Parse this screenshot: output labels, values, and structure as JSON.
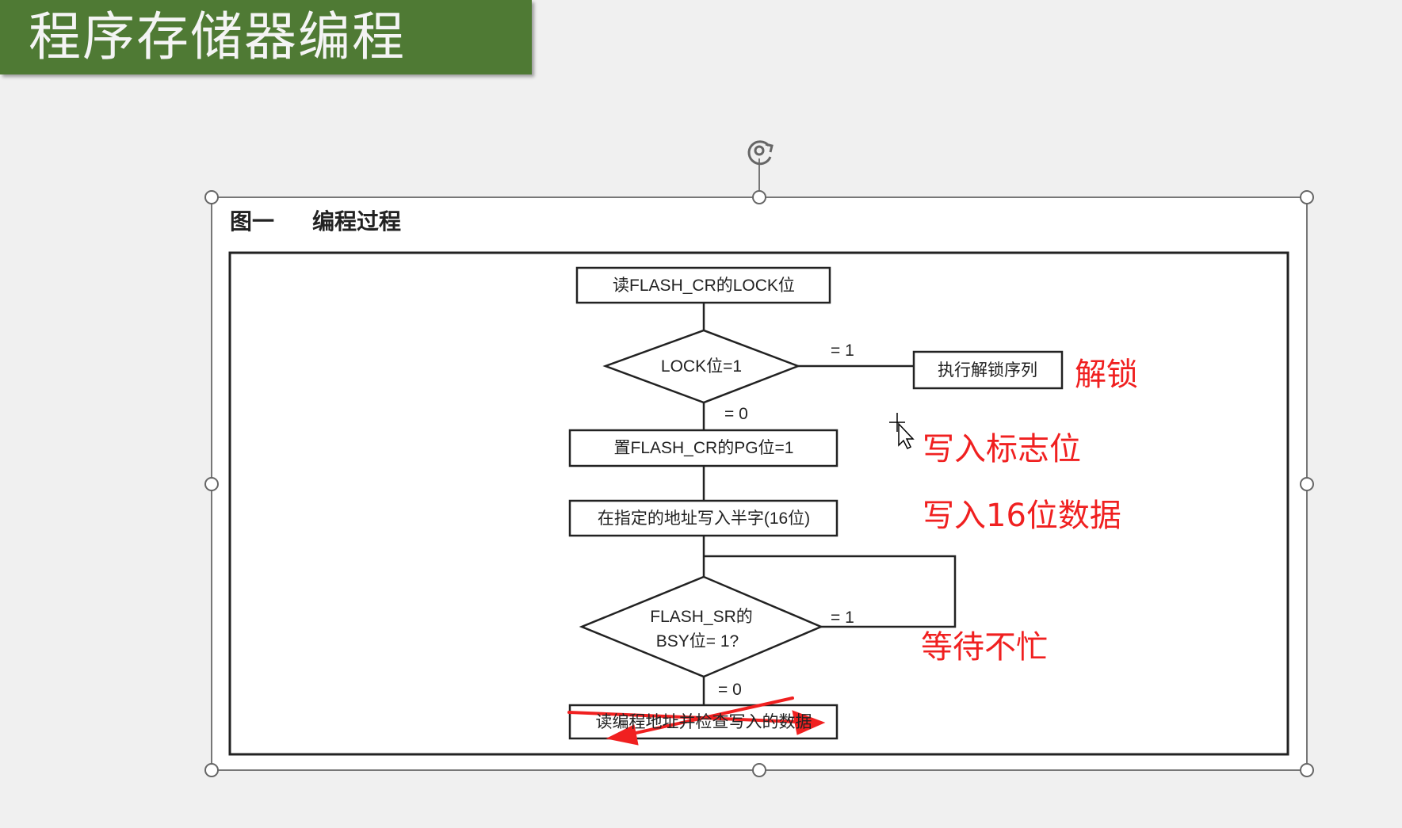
{
  "slide_title": "程序存储器编程",
  "figure": {
    "caption_number": "图一",
    "caption_title": "编程过程",
    "steps": {
      "read_lock": "读FLASH_CR的LOCK位",
      "lock_check": "LOCK位=1",
      "lock_yes": "= 1",
      "unlock": "执行解锁序列",
      "lock_no": "= 0",
      "set_pg": "置FLASH_CR的PG位=1",
      "write_halfword": "在指定的地址写入半字(16位)",
      "bsy_check_line1": "FLASH_SR的",
      "bsy_check_line2": "BSY位= 1?",
      "bsy_yes": "= 1",
      "bsy_no": "= 0",
      "verify": "读编程地址并检查写入的数据"
    }
  },
  "annotations": {
    "unlock": "解锁",
    "write_flag": "写入标志位",
    "write_data": "写入16位数据",
    "wait_not_busy": "等待不忙"
  },
  "colors": {
    "title_bg": "#4f7a34",
    "annotation": "#f02020"
  }
}
